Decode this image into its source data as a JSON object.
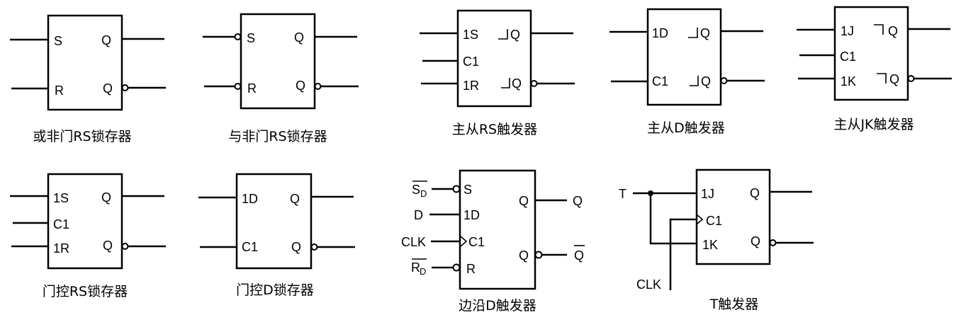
{
  "captions": {
    "nor_rs": "或非门RS锁存器",
    "nand_rs": "与非门RS锁存器",
    "ms_rs": "主从RS触发器",
    "ms_d": "主从D触发器",
    "ms_jk": "主从JK触发器",
    "gated_rs": "门控RS锁存器",
    "gated_d": "门控D锁存器",
    "edge_d": "边沿D触发器",
    "t_ff": "T触发器"
  },
  "pins": {
    "nor_rs": {
      "s": "S",
      "r": "R",
      "q": "Q",
      "qn": "Q"
    },
    "nand_rs": {
      "s": "S",
      "r": "R",
      "q": "Q",
      "qn": "Q"
    },
    "ms_rs": {
      "s": "1S",
      "c": "C1",
      "r": "1R",
      "q": "Q",
      "qn": "Q"
    },
    "ms_d": {
      "d": "1D",
      "c": "C1",
      "q": "Q",
      "qn": "Q"
    },
    "ms_jk": {
      "j": "1J",
      "c": "C1",
      "k": "1K",
      "q": "Q",
      "qn": "Q"
    },
    "gated_rs": {
      "s": "1S",
      "c": "C1",
      "r": "1R",
      "q": "Q",
      "qn": "Q"
    },
    "gated_d": {
      "d": "1D",
      "c": "C1",
      "q": "Q",
      "qn": "Q"
    },
    "edge_d": {
      "s": "S",
      "d": "1D",
      "c": "C1",
      "r": "R",
      "q": "Q",
      "qn": "Q"
    },
    "t_ff": {
      "j": "1J",
      "c": "C1",
      "k": "1K",
      "q": "Q",
      "qn": "Q"
    }
  },
  "signals": {
    "edge_d": {
      "sd_main": "S",
      "sd_sub": "D",
      "d": "D",
      "clk": "CLK",
      "rd_main": "R",
      "rd_sub": "D",
      "q": "Q",
      "qn": "Q"
    },
    "t_ff": {
      "t": "T",
      "clk": "CLK"
    }
  }
}
